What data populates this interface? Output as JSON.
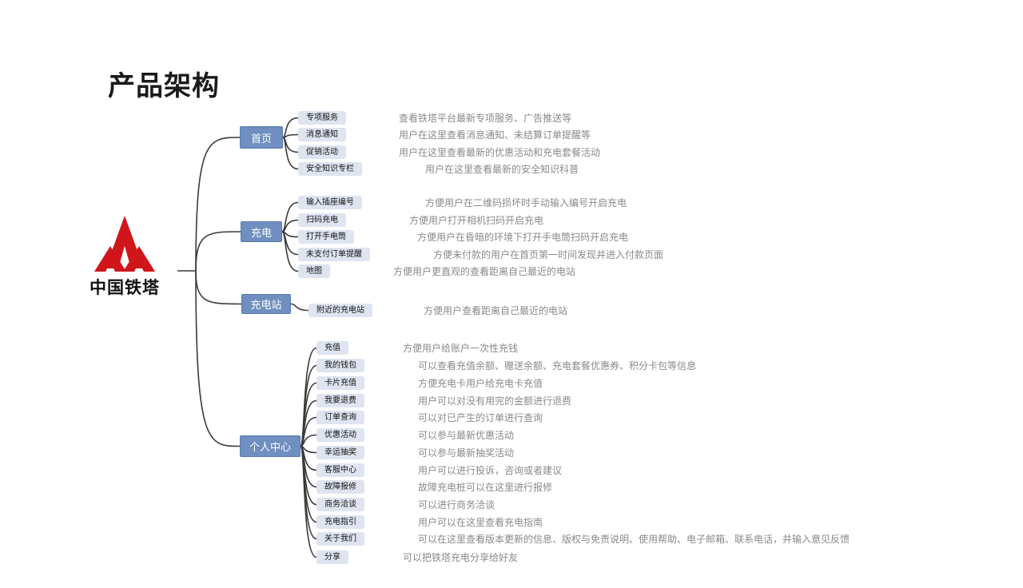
{
  "title": "产品架构",
  "logo": {
    "name": "中国铁塔",
    "color": "#d0161a"
  },
  "branches": [
    {
      "label": "首页",
      "items": [
        {
          "label": "专项服务",
          "desc": "查看铁塔平台最新专项服务、广告推送等"
        },
        {
          "label": "消息通知",
          "desc": "用户在这里查看消息通知、未结算订单提醒等"
        },
        {
          "label": "促销活动",
          "desc": "用户在这里查看最新的优惠活动和充电套餐活动"
        },
        {
          "label": "安全知识专栏",
          "desc": "用户在这里查看最新的安全知识科普"
        }
      ]
    },
    {
      "label": "充电",
      "items": [
        {
          "label": "输入插座编号",
          "desc": "方便用户在二维码损坏时手动输入编号开启充电"
        },
        {
          "label": "扫码充电",
          "desc": "方便用户打开相机扫码开启充电"
        },
        {
          "label": "打开手电筒",
          "desc": "方便用户在昏暗的环境下打开手电筒扫码开启充电"
        },
        {
          "label": "未支付订单提醒",
          "desc": "方便未付款的用户在首页第一时间发现并进入付款页面"
        },
        {
          "label": "地图",
          "desc": "方便用户更直观的查看距离自己最近的电站"
        }
      ]
    },
    {
      "label": "充电站",
      "items": [
        {
          "label": "附近的充电站",
          "desc": "方便用户查看距离自己最近的电站"
        }
      ]
    },
    {
      "label": "个人中心",
      "items": [
        {
          "label": "充值",
          "desc": "方便用户给账户一次性充钱"
        },
        {
          "label": "我的钱包",
          "desc": "可以查看充值余额、赠送余额、充电套餐优惠券、积分卡包等信息"
        },
        {
          "label": "卡片充值",
          "desc": "方便充电卡用户给充电卡充值"
        },
        {
          "label": "我要退费",
          "desc": "用户可以对没有用完的金额进行退费"
        },
        {
          "label": "订单查询",
          "desc": "可以对已产生的订单进行查询"
        },
        {
          "label": "优惠活动",
          "desc": "可以参与最新优惠活动"
        },
        {
          "label": "幸运抽奖",
          "desc": "可以参与最新抽奖活动"
        },
        {
          "label": "客服中心",
          "desc": "用户可以进行投诉，咨询或者建议"
        },
        {
          "label": "故障报修",
          "desc": "故障充电桩可以在这里进行报修"
        },
        {
          "label": "商务洽谈",
          "desc": "可以进行商务洽谈"
        },
        {
          "label": "充电指引",
          "desc": "用户可以在这里查看充电指南"
        },
        {
          "label": "关于我们",
          "desc": "可以在这里查看版本更新的信息、版权与免责说明、使用帮助、电子邮箱、联系电话，并输入意见反馈"
        },
        {
          "label": "分享",
          "desc": "可以把铁塔充电分享给好友"
        }
      ]
    }
  ]
}
